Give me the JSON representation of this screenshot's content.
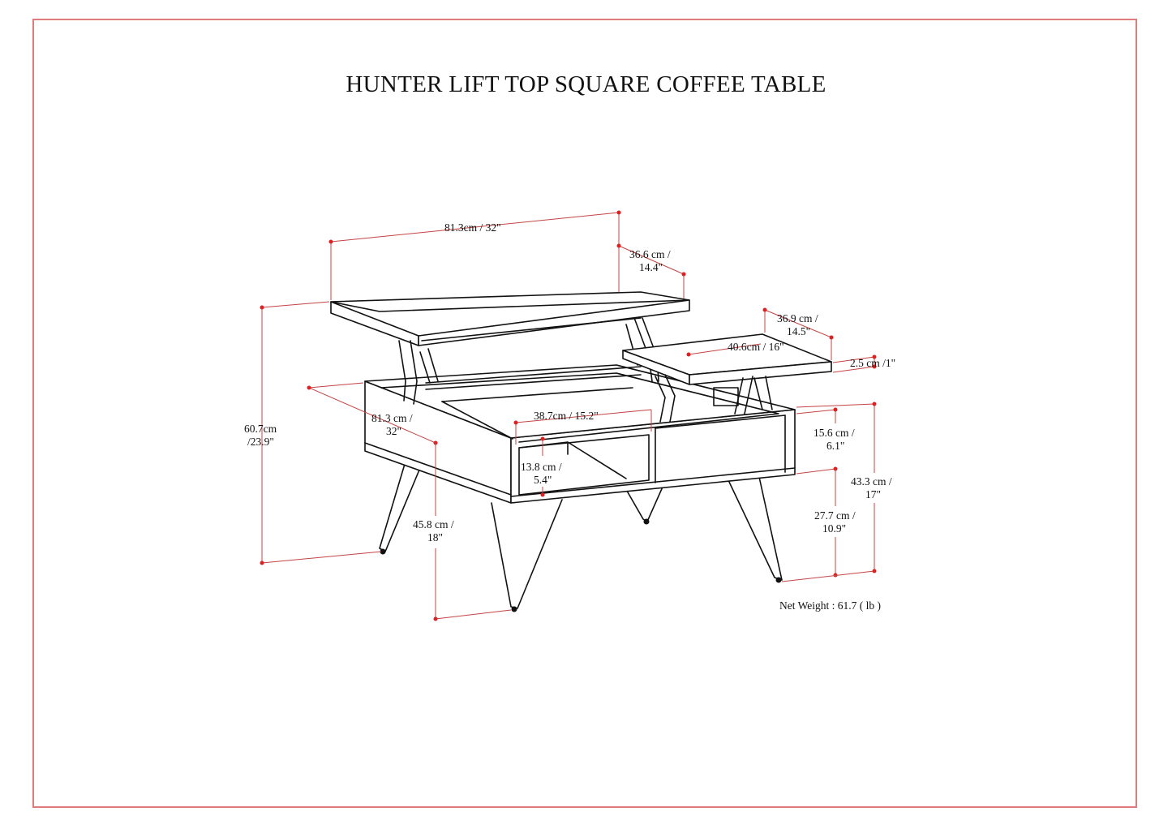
{
  "title": "HUNTER LIFT TOP SQUARE COFFEE TABLE",
  "net_weight": "Net Weight : 61.7 ( lb )",
  "colors": {
    "frame": "#e07b7b",
    "dimension_line": "#c44444",
    "dimension_dot": "#e02020",
    "line_art": "#111111"
  },
  "dimensions": {
    "top_length": {
      "line1": "81.3cm / 32\""
    },
    "top_depth": {
      "line1": "36.6 cm /",
      "line2": "14.4\""
    },
    "small_top_depth": {
      "line1": "36.9 cm /",
      "line2": "14.5\""
    },
    "small_top_width": {
      "line1": "40.6cm / 16\""
    },
    "top_thickness": {
      "line1": "2.5 cm /1\""
    },
    "total_height": {
      "line1": "60.7cm",
      "line2": "/23.9\""
    },
    "body_depth": {
      "line1": "81.3 cm /",
      "line2": "32\""
    },
    "shelf_width": {
      "line1": "38.7cm / 15.2\""
    },
    "shelf_height": {
      "line1": "13.8 cm /",
      "line2": "5.4\""
    },
    "leg_height": {
      "line1": "45.8 cm /",
      "line2": "18\""
    },
    "drawer_height": {
      "line1": "15.6 cm /",
      "line2": "6.1\""
    },
    "clearance": {
      "line1": "27.7 cm /",
      "line2": "10.9\""
    },
    "body_height": {
      "line1": "43.3 cm /",
      "line2": "17\""
    }
  }
}
